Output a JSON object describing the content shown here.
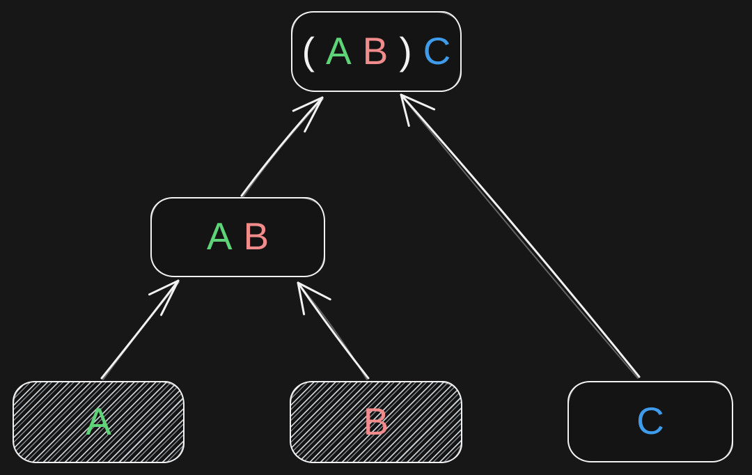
{
  "canvas": {
    "background": "#171717",
    "stroke_color": "#f2f2f2",
    "node_fill": "#141414",
    "hatch_color": "#c8cdd2",
    "hatch_dim_color": "#84898e"
  },
  "colors": {
    "green": "#5ed378",
    "red": "#f28b8b",
    "blue": "#3f9beb",
    "white": "#f2f2f2"
  },
  "nodes": {
    "abc": {
      "hatched": false,
      "segments": [
        {
          "text": "(",
          "color": "#f2f2f2"
        },
        {
          "text": "A",
          "color": "#5ed378"
        },
        {
          "text": "B",
          "color": "#f28b8b"
        },
        {
          "text": ")",
          "color": "#f2f2f2"
        },
        {
          "text": "C",
          "color": "#3f9beb"
        }
      ]
    },
    "ab": {
      "hatched": false,
      "segments": [
        {
          "text": "A",
          "color": "#5ed378"
        },
        {
          "text": "B",
          "color": "#f28b8b"
        }
      ]
    },
    "a": {
      "hatched": true,
      "segments": [
        {
          "text": "A",
          "color": "#5ed378"
        }
      ]
    },
    "b": {
      "hatched": true,
      "segments": [
        {
          "text": "B",
          "color": "#f28b8b"
        }
      ]
    },
    "c": {
      "hatched": false,
      "segments": [
        {
          "text": "C",
          "color": "#3f9beb"
        }
      ]
    }
  },
  "edges": [
    {
      "from": "a",
      "to": "ab"
    },
    {
      "from": "b",
      "to": "ab"
    },
    {
      "from": "ab",
      "to": "abc"
    },
    {
      "from": "c",
      "to": "abc"
    }
  ]
}
